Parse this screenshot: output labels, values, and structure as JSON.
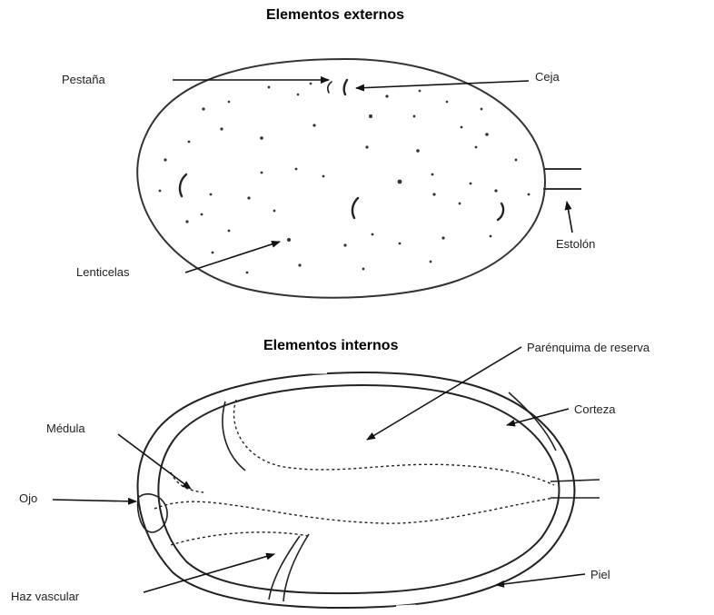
{
  "external": {
    "title": "Elementos externos",
    "labels": {
      "pestana": "Pestaña",
      "ceja": "Ceja",
      "lenticelas": "Lenticelas",
      "estolon": "Estolón"
    }
  },
  "internal": {
    "title": "Elementos internos",
    "labels": {
      "parenquima": "Parénquima de reserva",
      "corteza": "Corteza",
      "medula": "Médula",
      "ojo": "Ojo",
      "haz": "Haz vascular",
      "piel": "Piel"
    }
  }
}
